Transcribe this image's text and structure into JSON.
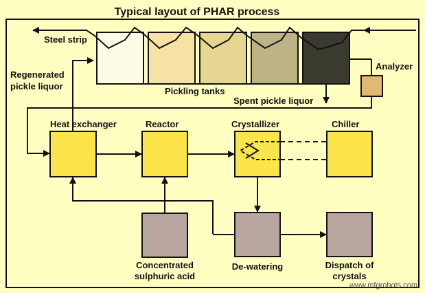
{
  "title": "Typical layout of PHAR process",
  "labels": {
    "steel_strip": "Steel strip",
    "regenerated_line1": "Regenerated",
    "regenerated_line2": "pickle liquor",
    "pickling_tanks": "Pickling tanks",
    "spent_pickle_liquor": "Spent pickle liquor",
    "analyzer": "Analyzer",
    "heat_exchanger": "Heat exchanger",
    "reactor": "Reactor",
    "crystallizer": "Crystallizer",
    "chiller": "Chiller",
    "acid_line1": "Concentrated",
    "acid_line2": "sulphuric acid",
    "dewatering": "De-watering",
    "dispatch_line1": "Dispatch of",
    "dispatch_line2": "crystals",
    "watermark": "www.mfgrobots.com"
  },
  "colors": {
    "background": "#ffffc2",
    "process_box": "#fbe54a",
    "storage_box": "#b9a6a0",
    "analyzer_box": "#e2b873",
    "tank_1": "#fdfde6",
    "tank_2": "#f5e2a4",
    "tank_3": "#e5d692",
    "tank_4": "#bdb486",
    "tank_5": "#3a3a2e",
    "line": "#111111"
  }
}
